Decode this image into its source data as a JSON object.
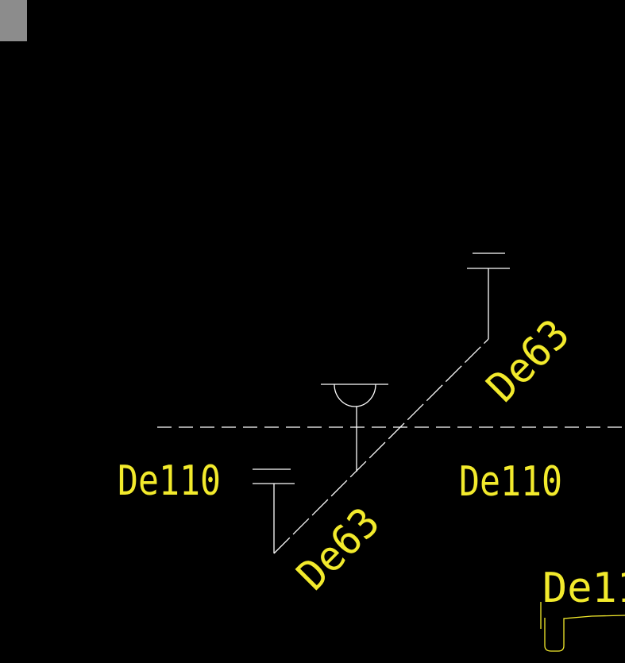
{
  "drawing": {
    "background_color": "#000000",
    "pipe_color": "#ffffff",
    "text_color": "#f2ea2c",
    "labels": {
      "main_left": "De110",
      "main_right": "De110",
      "branch_upper": "De63",
      "branch_lower": "De63",
      "bottom_right_partial": "De11"
    }
  }
}
